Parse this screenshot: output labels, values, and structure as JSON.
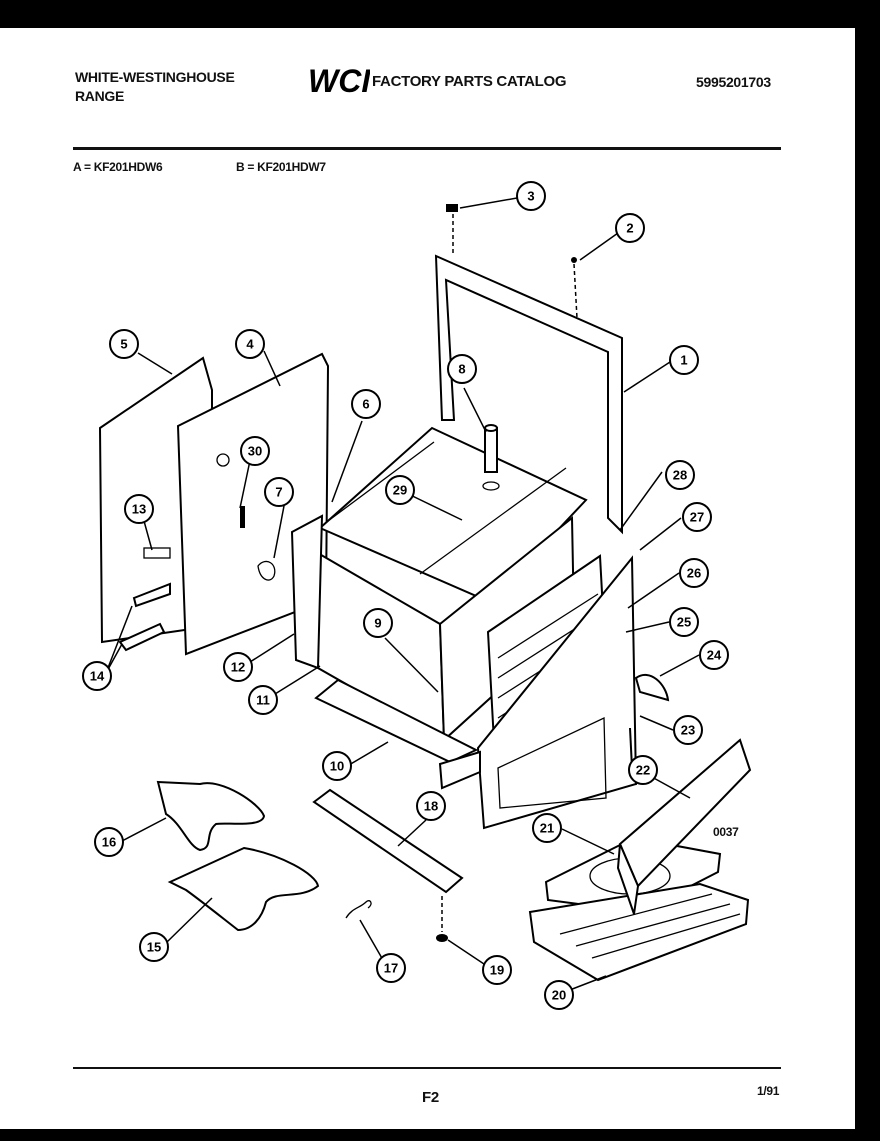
{
  "header": {
    "brand_line1": "WHITE-WESTINGHOUSE",
    "brand_line2": "RANGE",
    "logo_text": "WCI",
    "catalog_title": "FACTORY PARTS CATALOG",
    "catalog_number": "5995201703"
  },
  "models": {
    "a": "A = KF201HDW6",
    "b": "B = KF201HDW7"
  },
  "callouts": [
    "1",
    "2",
    "3",
    "4",
    "5",
    "6",
    "7",
    "8",
    "9",
    "10",
    "11",
    "12",
    "13",
    "14",
    "15",
    "16",
    "17",
    "18",
    "19",
    "20",
    "21",
    "22",
    "23",
    "24",
    "25",
    "26",
    "27",
    "28",
    "29",
    "30"
  ],
  "footer": {
    "drawing_code": "0037",
    "page_id": "F2",
    "date": "1/91"
  }
}
